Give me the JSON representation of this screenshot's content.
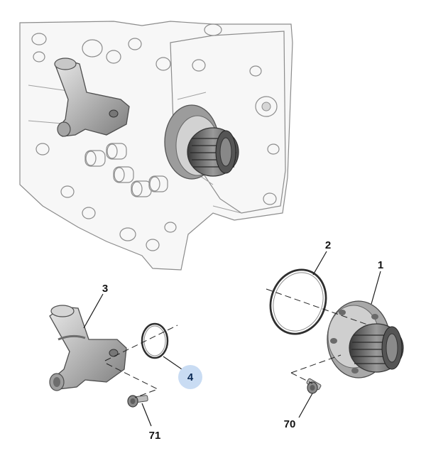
{
  "callouts": {
    "water_pump": "1",
    "pump_oring": "2",
    "thermostat_housing": "3",
    "housing_oring": "4",
    "pump_bolt": "70",
    "housing_bolt": "71"
  },
  "colors": {
    "highlight_fill": "#c9dcf3",
    "highlight_text": "#0b2a55",
    "metal": "#a9a9a9",
    "metal_dark": "#5a5a5a",
    "block_outline": "#8c8c8c"
  }
}
